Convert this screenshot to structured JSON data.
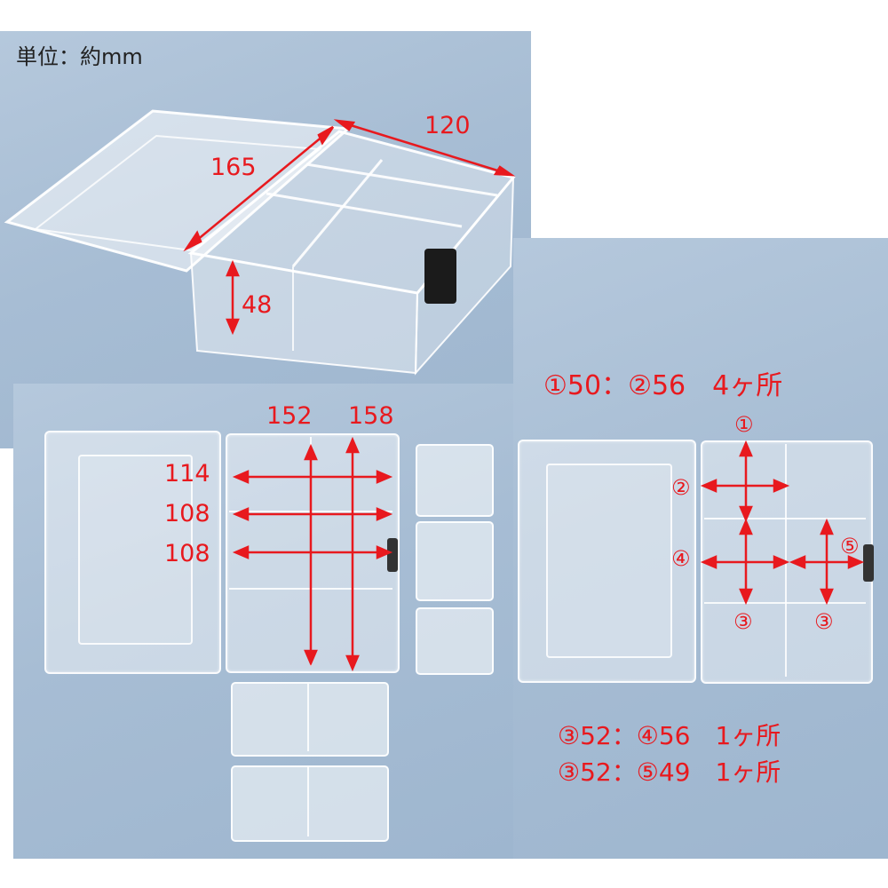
{
  "unit_label": "単位：約mm",
  "top_photo": {
    "dims": {
      "length": "165",
      "width": "120",
      "height": "48"
    }
  },
  "open_photo": {
    "dims": {
      "top_left": "152",
      "top_right": "158",
      "row1": "114",
      "row2": "108",
      "row3": "108"
    }
  },
  "compartment_photo": {
    "header": "①50：②56　4ヶ所",
    "markers": [
      "①",
      "②",
      "③",
      "④",
      "⑤"
    ],
    "notes": [
      "③52：④56　1ヶ所",
      "③52：⑤49　1ヶ所"
    ]
  },
  "colors": {
    "annotation": "#e8191e",
    "backdrop": "#a9bfd6",
    "latch": "#1b1b1b"
  }
}
